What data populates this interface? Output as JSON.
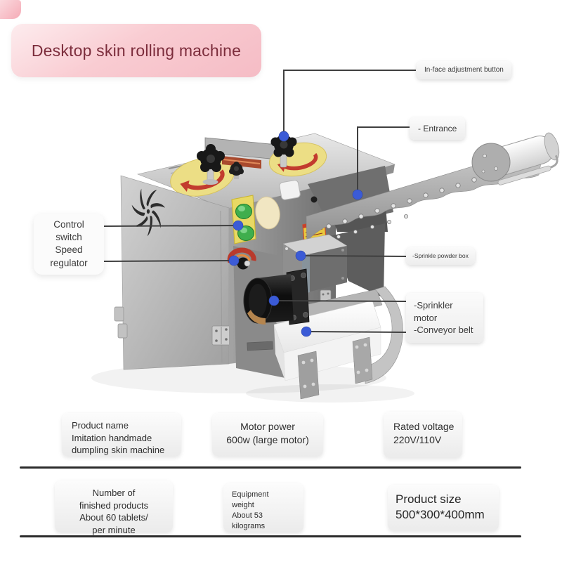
{
  "banner": {
    "title": "Desktop skin rolling machine"
  },
  "callouts": {
    "in_face": {
      "label": "In-face adjustment button"
    },
    "entrance": {
      "label": "- Entrance"
    },
    "control": {
      "line1": "Control",
      "line2": "switch",
      "line3": "Speed",
      "line4": "regulator"
    },
    "sprinkle": {
      "label": "-Sprinkle powder box"
    },
    "sprinkler_motor": {
      "line1": "-Sprinkler",
      "line2": "motor",
      "line3": "-Conveyor belt"
    }
  },
  "specs": {
    "product_name": {
      "line1": "Product name",
      "line2": "Imitation handmade",
      "line3": "dumpling skin machine"
    },
    "motor_power": {
      "line1": "Motor power",
      "line2": "600w (large motor)"
    },
    "rated_voltage": {
      "line1": "Rated voltage",
      "line2": "220V/110V"
    },
    "output_rate": {
      "line1": "Number of",
      "line2": "finished products",
      "line3": "About 60 tablets/",
      "line4": "per minute"
    },
    "weight": {
      "line1": "Equipment",
      "line2": "weight",
      "line3": "About 53",
      "line4": "kilograms"
    },
    "size": {
      "line1": "Product size",
      "line2": "500*300*400mm"
    }
  },
  "colors": {
    "banner_bg": "#f8c9d0",
    "banner_text": "#7c2d3c",
    "label_bg": "#f2f2f2",
    "callout_line": "#3f3f3f",
    "marker_dot_blue": "#3b5bd6",
    "divider": "#2b2b2b",
    "sticker_yellow": "#ecde85",
    "button_green": "#3fae4d",
    "arrow_red": "#c23b2e"
  }
}
